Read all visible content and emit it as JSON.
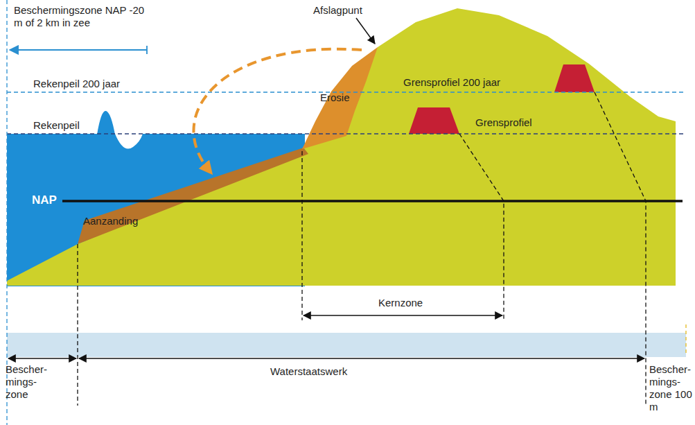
{
  "diagram": {
    "labels": [
      "Beschermingszone NAP -20 m of 2 km in zee",
      "Afslagpunt",
      "Rekenpeil 200 jaar",
      "Grensprofiel 200 jaar",
      "Rekenpeil",
      "Erosie",
      "Grensprofiel",
      "NAP",
      "Aanzanding",
      "Kernzone",
      "Bescher- mings- zone",
      "Waterstaatswerk",
      "Bescher- mings- zone 100 m"
    ]
  }
}
